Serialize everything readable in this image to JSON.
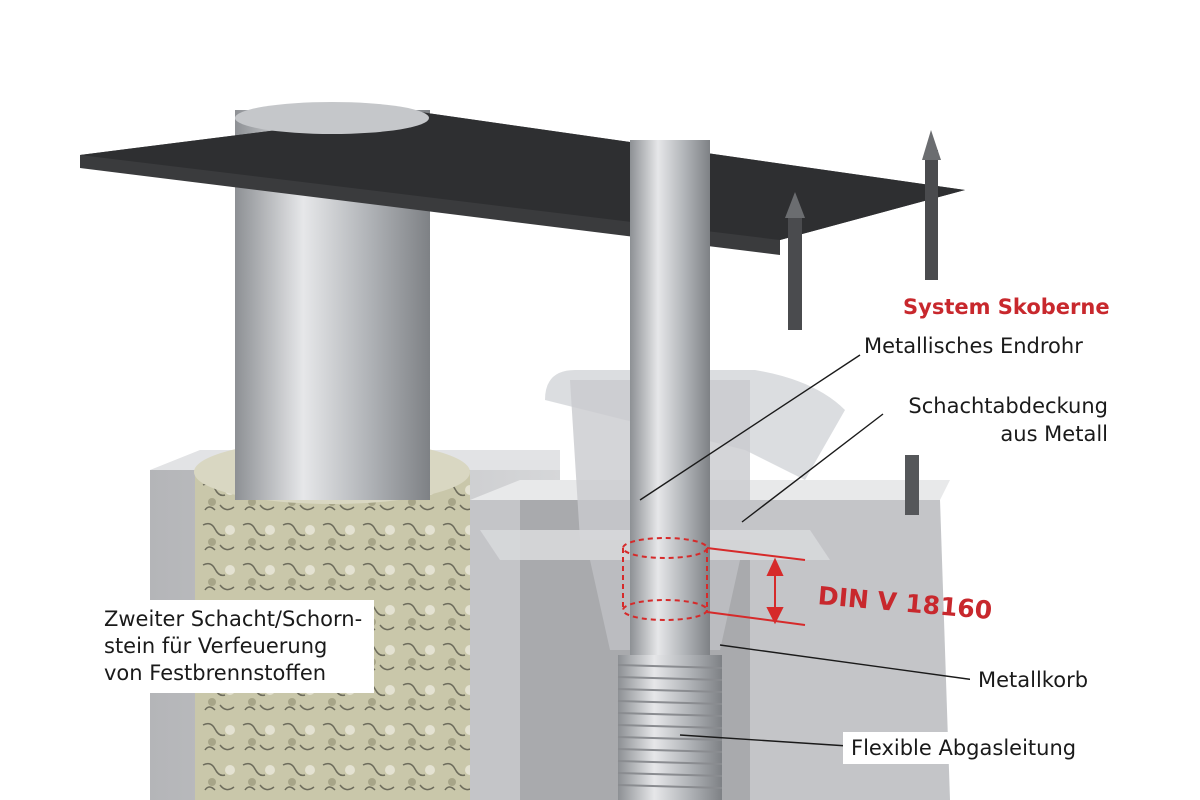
{
  "title": "System Skoberne",
  "labels": {
    "endrohr": "Metallisches Endrohr",
    "abdeckung_line1": "Schachtabdeckung",
    "abdeckung_line2": "aus Metall",
    "din": "DIN V 18160",
    "metallkorb": "Metallkorb",
    "flex": "Flexible Abgasleitung",
    "second_line1": "Zweiter Schacht/Schorn-",
    "second_line2": "stein für Verfeuerung",
    "second_line3": "von Festbrennstoffen"
  },
  "colors": {
    "accent": "#c8282d",
    "plate": "#2e2f31",
    "metal": "#b9bcc0",
    "block": "#c9cacc"
  }
}
